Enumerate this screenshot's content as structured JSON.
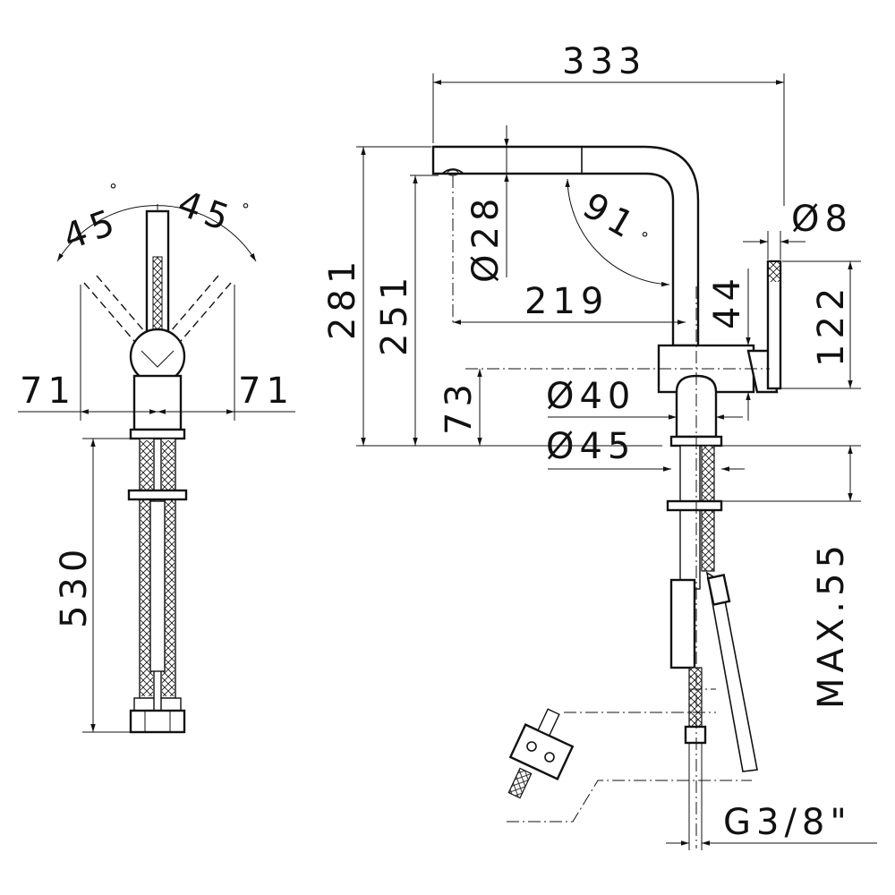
{
  "colors": {
    "line": "#111111",
    "background": "#ffffff"
  },
  "dimensions": {
    "angle_left": "45",
    "angle_right": "45",
    "degree_symbol": "°",
    "width_left": "71",
    "width_right": "71",
    "hose_length": "530",
    "overall_length": "333",
    "overall_height": "281",
    "spout_height": "251",
    "spout_diameter": "Ø28",
    "swivel_angle": "91",
    "reach": "219",
    "lever_height": "44",
    "lever_diameter": "Ø8",
    "handle_height": "122",
    "body_height": "73",
    "body_diameter": "Ø40",
    "base_diameter": "Ø45",
    "max_thickness": "MAX.55",
    "thread": "G3/8\""
  }
}
